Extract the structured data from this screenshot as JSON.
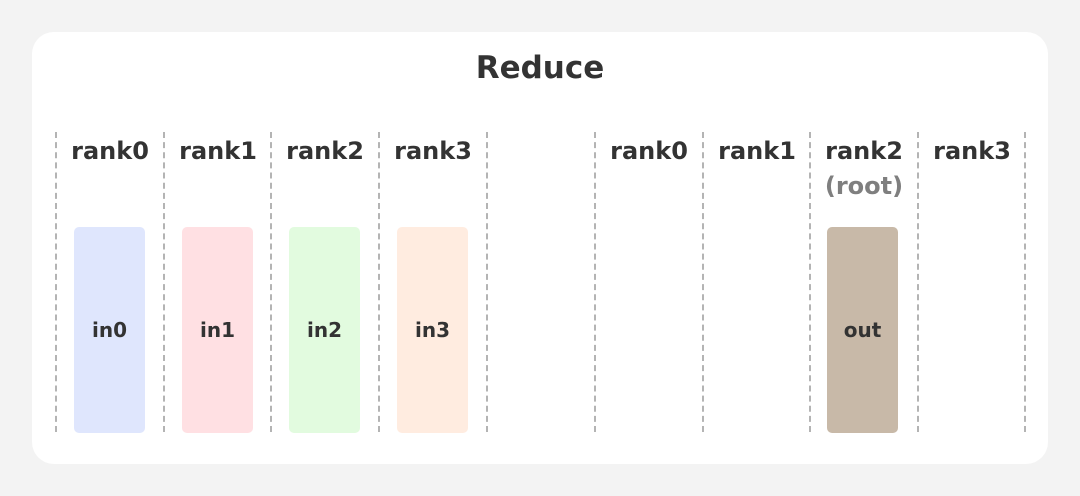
{
  "title": "Reduce",
  "before": {
    "ranks": [
      {
        "label": "rank0",
        "buffer": "in0",
        "color": "#dfe6fd"
      },
      {
        "label": "rank1",
        "buffer": "in1",
        "color": "#ffe0e3"
      },
      {
        "label": "rank2",
        "buffer": "in2",
        "color": "#e2fbdf"
      },
      {
        "label": "rank3",
        "buffer": "in3",
        "color": "#ffece0"
      }
    ]
  },
  "after": {
    "ranks": [
      {
        "label": "rank0"
      },
      {
        "label": "rank1"
      },
      {
        "label": "rank2",
        "sublabel": "(root)",
        "buffer": "out",
        "color": "#c8b9a8"
      },
      {
        "label": "rank3"
      }
    ]
  },
  "colors": {
    "divider": "#b4b4b4",
    "text": "#333333",
    "root_label": "#7f7f7f"
  }
}
